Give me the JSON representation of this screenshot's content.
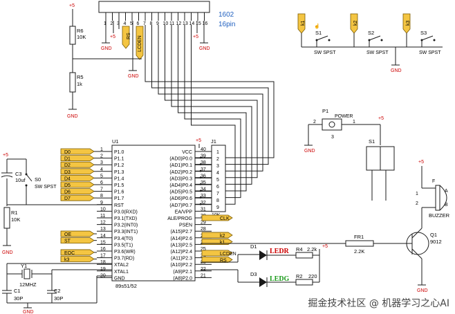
{
  "lcd": {
    "ref": "1602",
    "pins": "16pin",
    "label_rs": "RS",
    "label_lcden": "LCDEN",
    "pin_nums": [
      "1",
      "2",
      "3",
      "4",
      "5",
      "6",
      "7",
      "8",
      "9",
      "10",
      "11",
      "12",
      "13",
      "14",
      "15",
      "16"
    ]
  },
  "mcu": {
    "ref": "U1",
    "part": "89s51/52",
    "left_pins": [
      {
        "num": "1",
        "name": "P1.0"
      },
      {
        "num": "2",
        "name": "P1.1"
      },
      {
        "num": "3",
        "name": "P1.2"
      },
      {
        "num": "4",
        "name": "P1.3"
      },
      {
        "num": "5",
        "name": "P1.4"
      },
      {
        "num": "6",
        "name": "P1.5"
      },
      {
        "num": "7",
        "name": "P1.6"
      },
      {
        "num": "8",
        "name": "P1.7"
      },
      {
        "num": "9",
        "name": "RST"
      },
      {
        "num": "10",
        "name": "P3.0(RXD)"
      },
      {
        "num": "11",
        "name": "P3.1(TXD)"
      },
      {
        "num": "12",
        "name": "P3.2(INT0)"
      },
      {
        "num": "13",
        "name": "P3.3(INT1)"
      },
      {
        "num": "14",
        "name": "P3.4(T0)"
      },
      {
        "num": "15",
        "name": "P3.5(T1)"
      },
      {
        "num": "16",
        "name": "P3.6(WR)"
      },
      {
        "num": "17",
        "name": "P3.7(RD)"
      },
      {
        "num": "18",
        "name": "XTAL2"
      },
      {
        "num": "19",
        "name": "XTAL1"
      },
      {
        "num": "20",
        "name": "GND"
      }
    ],
    "right_pins": [
      {
        "num": "40",
        "name": "VCC"
      },
      {
        "num": "39",
        "name": "(AD0)P0.0"
      },
      {
        "num": "38",
        "name": "(AD1)P0.1"
      },
      {
        "num": "37",
        "name": "(AD2)P0.2"
      },
      {
        "num": "36",
        "name": "(AD3)P0.3"
      },
      {
        "num": "35",
        "name": "(AD4)P0.4"
      },
      {
        "num": "34",
        "name": "(AD5)P0.5"
      },
      {
        "num": "33",
        "name": "(AD6)P0.6"
      },
      {
        "num": "32",
        "name": "(AD7)P0.7"
      },
      {
        "num": "31",
        "name": "EA/VPP"
      },
      {
        "num": "30",
        "name": "ALE/PROG"
      },
      {
        "num": "29",
        "name": "PSEN"
      },
      {
        "num": "28",
        "name": "(A15)P2.7"
      },
      {
        "num": "27",
        "name": "(A14)P2.6"
      },
      {
        "num": "26",
        "name": "(A13)P2.5"
      },
      {
        "num": "25",
        "name": "(A12)P2.4"
      },
      {
        "num": "24",
        "name": "(A11)P2.3"
      },
      {
        "num": "23",
        "name": "(A10)P2.2"
      },
      {
        "num": "22",
        "name": "(A9)P2.1"
      },
      {
        "num": "21",
        "name": "(A8)P2.0"
      }
    ]
  },
  "net_tags_left": [
    "D0",
    "D1",
    "D2",
    "D3",
    "D4",
    "D5",
    "D6",
    "D7",
    "OE",
    "ST",
    "EOC",
    "k3"
  ],
  "net_tags_right": [
    "CLK",
    "k2",
    "k1",
    "LCDEN",
    "RS"
  ],
  "j1": {
    "ref": "J1",
    "pins": [
      "1",
      "2",
      "3",
      "4",
      "5",
      "6",
      "7",
      "8",
      "9"
    ],
    "value": "10K"
  },
  "resistors": {
    "r6": "R6",
    "r6v": "10K",
    "r5": "R5",
    "r5v": "1k",
    "r1": "R1",
    "r1v": "10K",
    "r4": "R4",
    "r4v": "2.2k",
    "r2": "R2",
    "r2v": "220",
    "fr1": "FR1",
    "fr1v": "2.2K"
  },
  "caps": {
    "c3": "C3",
    "c3v": "10uf",
    "c1": "C1",
    "c1v": "30P",
    "c2": "C2",
    "c2v": "30P"
  },
  "crystal": {
    "ref": "Y1",
    "value": "12MHZ"
  },
  "switches": {
    "s0": "S0",
    "s1": "S1",
    "s2": "S2",
    "s3": "S3",
    "type": "SW SPST",
    "k1": "k1",
    "k2": "k2",
    "k3": "k3"
  },
  "power": {
    "ref": "P1",
    "label": "POWER",
    "s1": "S1",
    "p1n": "1",
    "p2n": "2",
    "p3n": "3"
  },
  "leds": {
    "d1": "D1",
    "d1l": "LEDR",
    "d3": "D3",
    "d3l": "LEDG"
  },
  "transistor": {
    "ref": "Q1",
    "part": "9012"
  },
  "buzzer": {
    "label": "BUZZER",
    "a": "A",
    "b": "B",
    "f": "F",
    "n1": "1",
    "n2": "2"
  },
  "rails": {
    "vcc": "+5",
    "gnd": "GND"
  },
  "watermark": "掘金技术社区 @ 机器学习之心AI"
}
